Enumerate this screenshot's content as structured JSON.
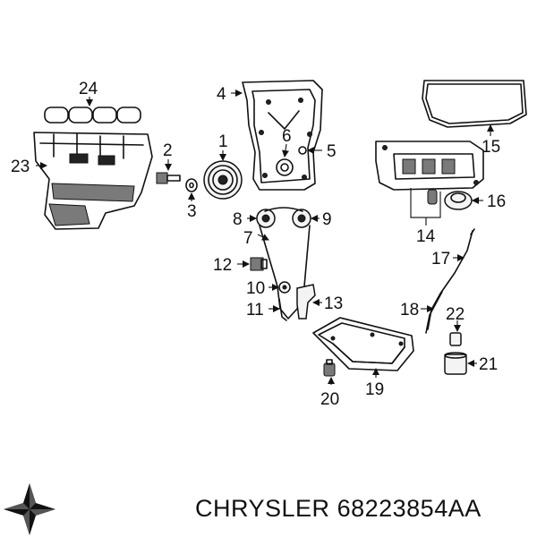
{
  "callouts": {
    "c1": "1",
    "c2": "2",
    "c3": "3",
    "c4": "4",
    "c5": "5",
    "c6": "6",
    "c7": "7",
    "c8": "8",
    "c9": "9",
    "c10": "10",
    "c11": "11",
    "c12": "12",
    "c13": "13",
    "c14": "14",
    "c15": "15",
    "c16": "16",
    "c17": "17",
    "c18": "18",
    "c19": "19",
    "c20": "20",
    "c21": "21",
    "c22": "22",
    "c23": "23",
    "c24": "24"
  },
  "footer": {
    "brand": "CHRYSLER",
    "part_number": "68223854AA",
    "logo": "chrysler-star-logo"
  }
}
